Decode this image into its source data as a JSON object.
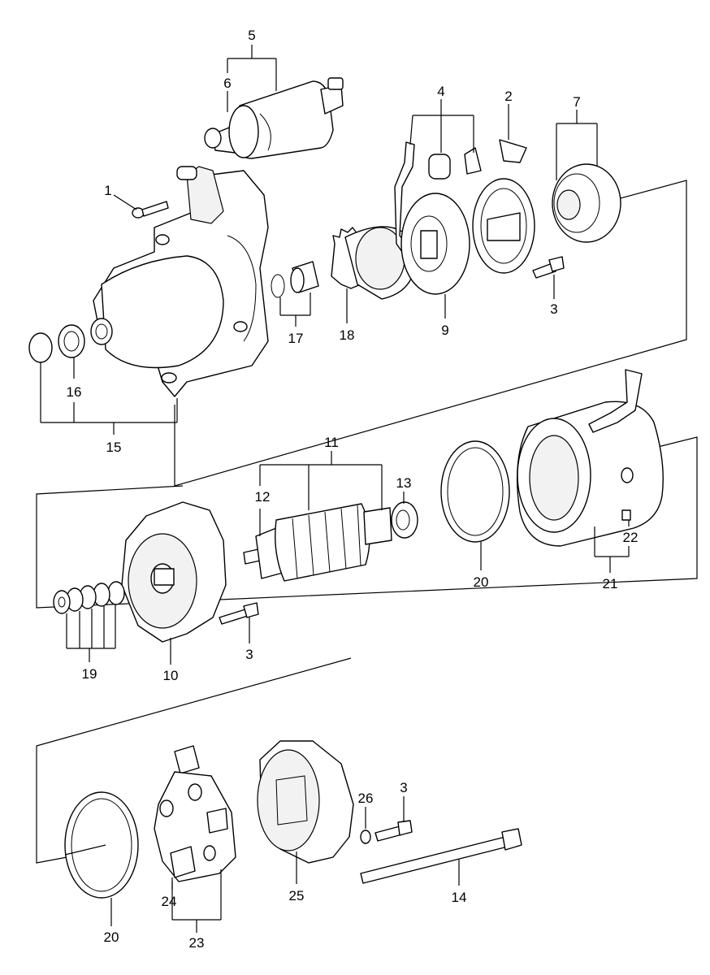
{
  "callouts": {
    "c1": "1",
    "c2": "2",
    "c3a": "3",
    "c3b": "3",
    "c3c": "3",
    "c4": "4",
    "c5": "5",
    "c6": "6",
    "c7": "7",
    "c9": "9",
    "c10": "10",
    "c11": "11",
    "c12": "12",
    "c13": "13",
    "c14": "14",
    "c15": "15",
    "c16": "16",
    "c17": "17",
    "c18": "18",
    "c19": "19",
    "c20a": "20",
    "c20b": "20",
    "c21": "21",
    "c22": "22",
    "c23": "23",
    "c24": "24",
    "c25": "25",
    "c26": "26"
  }
}
